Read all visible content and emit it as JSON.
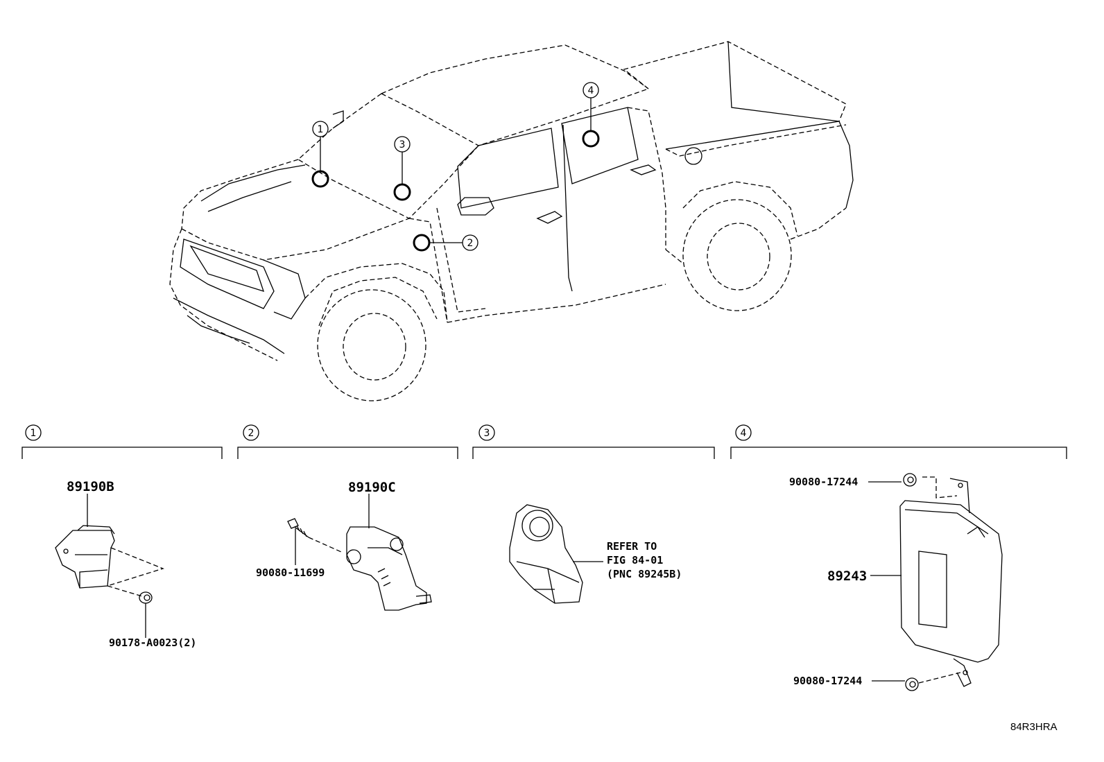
{
  "callouts": {
    "c1": "1",
    "c2": "2",
    "c3": "3",
    "c4": "4"
  },
  "sections": [
    {
      "number": "1"
    },
    {
      "number": "2"
    },
    {
      "number": "3"
    },
    {
      "number": "4"
    }
  ],
  "parts": {
    "p89190b": "89190B",
    "p90178": "90178-A0023(2)",
    "p89190c": "89190C",
    "p90080_11699": "90080-11699",
    "refer_line1": "REFER TO",
    "refer_line2": "FIG 84-01",
    "refer_line3": "(PNC 89245B)",
    "p90080_17244_top": "90080-17244",
    "p89243": "89243",
    "p90080_17244_bottom": "90080-17244"
  },
  "figure_code": "84R3HRA"
}
